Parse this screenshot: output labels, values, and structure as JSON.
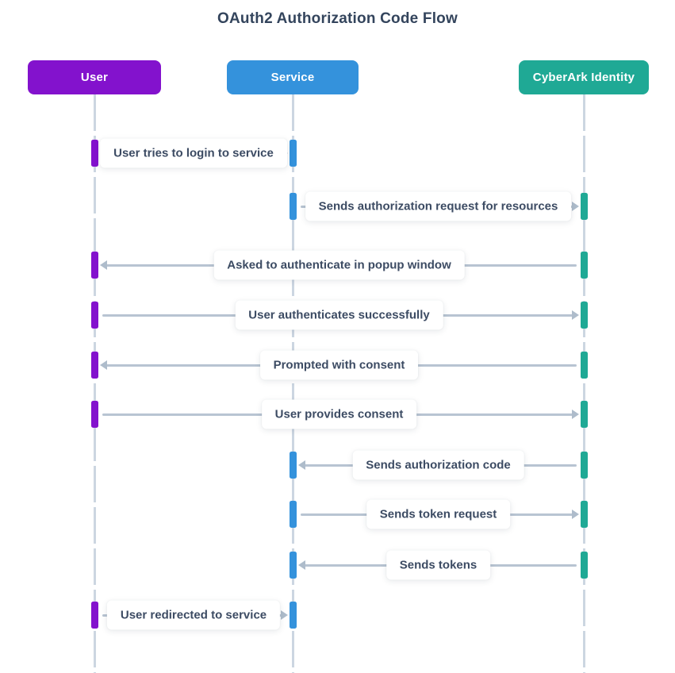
{
  "title": "OAuth2 Authorization Code Flow",
  "actors": [
    {
      "id": "user",
      "label": "User",
      "color": "#8312cd"
    },
    {
      "id": "service",
      "label": "Service",
      "color": "#3492dc"
    },
    {
      "id": "cyberark",
      "label": "CyberArk Identity",
      "color": "#1fa995"
    }
  ],
  "messages": [
    {
      "from": "user",
      "to": "service",
      "direction": "right",
      "label": "User tries to login to service"
    },
    {
      "from": "service",
      "to": "cyberark",
      "direction": "right",
      "label": "Sends authorization request for resources"
    },
    {
      "from": "cyberark",
      "to": "user",
      "direction": "left",
      "label": "Asked to authenticate in popup window"
    },
    {
      "from": "user",
      "to": "cyberark",
      "direction": "right",
      "label": "User authenticates successfully"
    },
    {
      "from": "cyberark",
      "to": "user",
      "direction": "left",
      "label": "Prompted with consent"
    },
    {
      "from": "user",
      "to": "cyberark",
      "direction": "right",
      "label": "User provides consent"
    },
    {
      "from": "cyberark",
      "to": "service",
      "direction": "left",
      "label": "Sends authorization code"
    },
    {
      "from": "service",
      "to": "cyberark",
      "direction": "right",
      "label": "Sends token request"
    },
    {
      "from": "cyberark",
      "to": "service",
      "direction": "left",
      "label": "Sends tokens"
    },
    {
      "from": "user",
      "to": "service",
      "direction": "right",
      "label": "User redirected to service"
    }
  ],
  "diagram_colors": {
    "title_text": "#33445c",
    "message_text": "#3c4b63",
    "arrow": "#aebccb",
    "lifeline": "#ccd6e1",
    "background": "#ffffff"
  }
}
